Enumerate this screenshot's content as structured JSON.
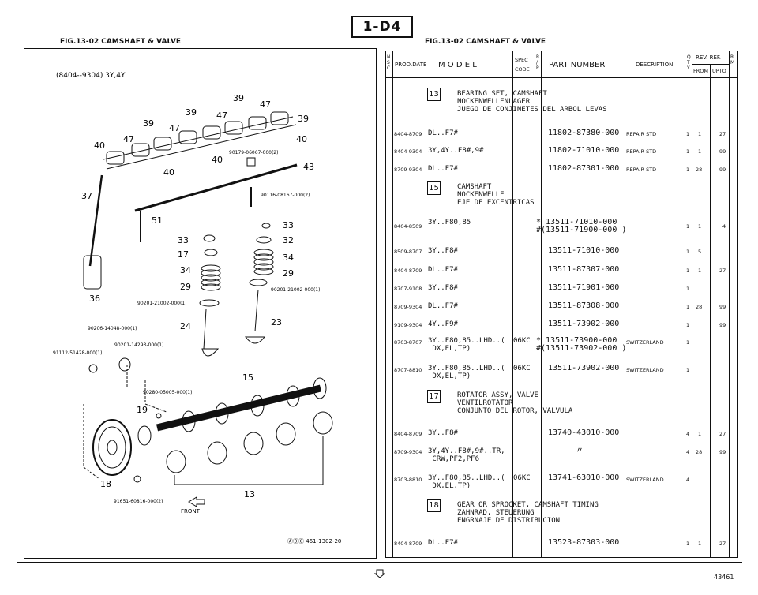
{
  "page_code": "1-D4",
  "left_title": "FIG.13-02 CAMSHAFT & VALVE",
  "right_title": "FIG.13-02 CAMSHAFT & VALVE",
  "diagram": {
    "applicability": "(8404--9304) 3Y,4Y",
    "callouts": {
      "c39a": "39",
      "c47a": "47",
      "c39b": "39",
      "c39c": "39",
      "c47b": "47",
      "c47c": "47",
      "c39d": "39",
      "c40a": "40",
      "c47d": "47",
      "c40b": "40",
      "c40c": "40",
      "c40d": "40",
      "c43": "43",
      "c37": "37",
      "c51": "51",
      "c33a": "33",
      "c33b": "33",
      "c32": "32",
      "c17": "17",
      "c34a": "34",
      "c34b": "34",
      "c29a": "29",
      "c29b": "29",
      "c36": "36",
      "c24": "24",
      "c23": "23",
      "c15": "15",
      "c19": "19",
      "c18": "18",
      "c13": "13"
    },
    "part_refs": {
      "p1": "90179-06067-000(2)",
      "p2": "90116-08167-000(2)",
      "p3": "90201-21002-000(1)",
      "p4": "90201-21002-000(1)",
      "p5": "90206-14048-000(1)",
      "p6": "90201-14293-000(1)",
      "p7": "91112-51428-000(1)",
      "p8": "90280-05005-000(1)",
      "p9": "91651-60816-000(2)"
    },
    "front_label": "FRONT",
    "ref_code": "ⒶⒷⒸ 461-1302-20"
  },
  "table_header": {
    "nsc": "N\nS\nC",
    "prod_date": "PROD.DATE",
    "model": "M O D E L",
    "spec_code": "SPEC\nCODE",
    "rp": "R\n/\nP",
    "part_number": "PART NUMBER",
    "description": "DESCRIPTION",
    "qty": "Q\nT\nY",
    "rev_ref": "REV. REF.",
    "from": "FROM",
    "upto": "UPTO",
    "rm": "R\nM"
  },
  "groups": [
    {
      "ref": "13",
      "names": "BEARING SET, CAMSHAFT\nNOCKENWELLENLAGER\nJUEGO DE CONJINETES DEL ARBOL LEVAS"
    },
    {
      "ref": "15",
      "names": "CAMSHAFT\nNOCKENWELLE\nEJE DE EXCENTRICAS"
    },
    {
      "ref": "17",
      "names": "ROTATOR ASSY, VALVE\nVENTILROTATOR\nCONJUNTO DEL ROTOR, VALVULA"
    },
    {
      "ref": "18",
      "names": "GEAR OR SPROCKET, CAMSHAFT TIMING\nZAHNRAD, STEUERUNG\nENGRNAJE DE DISTRIBUCION"
    }
  ],
  "rows": [
    {
      "date": "8404-8709",
      "model": "DL..F7#",
      "spec": "",
      "pn": "11802-87380-000",
      "desc": "REPAIR STD",
      "qty": "1",
      "from": "1",
      "upto": "27"
    },
    {
      "date": "8404-9304",
      "model": "3Y,4Y..F8#,9#",
      "spec": "",
      "pn": "11802-71010-000",
      "desc": "REPAIR STD",
      "qty": "1",
      "from": "1",
      "upto": "99"
    },
    {
      "date": "8709-9304",
      "model": "DL..F7#",
      "spec": "",
      "pn": "11802-87301-000",
      "desc": "REPAIR STD",
      "qty": "1",
      "from": "28",
      "upto": "99"
    },
    {
      "date": "8404-8509",
      "model": "3Y..F80,85",
      "spec": "",
      "pn": "* 13511-71010-000\n#(13511-71900-000 )",
      "desc": "",
      "qty": "1",
      "from": "1",
      "upto": "4"
    },
    {
      "date": "8509-8707",
      "model": "3Y..F8#",
      "spec": "",
      "pn": "13511-71010-000",
      "desc": "",
      "qty": "1",
      "from": "5",
      "upto": ""
    },
    {
      "date": "8404-8709",
      "model": "DL..F7#",
      "spec": "",
      "pn": "13511-87307-000",
      "desc": "",
      "qty": "1",
      "from": "1",
      "upto": "27"
    },
    {
      "date": "8707-9108",
      "model": "3Y..F8#",
      "spec": "",
      "pn": "13511-71901-000",
      "desc": "",
      "qty": "1",
      "from": "",
      "upto": ""
    },
    {
      "date": "8709-9304",
      "model": "DL..F7#",
      "spec": "",
      "pn": "13511-87308-000",
      "desc": "",
      "qty": "1",
      "from": "28",
      "upto": "99"
    },
    {
      "date": "9109-9304",
      "model": "4Y..F9#",
      "spec": "",
      "pn": "13511-73902-000",
      "desc": "",
      "qty": "1",
      "from": "",
      "upto": "99"
    },
    {
      "date": "8703-8707",
      "model": "3Y..F80,85..LHD..(\n DX,EL,TP)",
      "spec": "06KC",
      "pn": "* 13511-73900-000\n#(13511-73902-000 )",
      "desc": "SWITZERLAND",
      "qty": "1",
      "from": "",
      "upto": ""
    },
    {
      "date": "8707-8810",
      "model": "3Y..F80,85..LHD..(\n DX,EL,TP)",
      "spec": "06KC",
      "pn": "13511-73902-000",
      "desc": "SWITZERLAND",
      "qty": "1",
      "from": "",
      "upto": ""
    },
    {
      "date": "8404-8709",
      "model": "3Y..F8#",
      "spec": "",
      "pn": "13740-43010-000",
      "desc": "",
      "qty": "4",
      "from": "1",
      "upto": "27"
    },
    {
      "date": "8709-9304",
      "model": "3Y,4Y..F8#,9#..TR,\n CRW,PF2,PF6",
      "spec": "",
      "pn": "〃",
      "desc": "",
      "qty": "4",
      "from": "28",
      "upto": "99"
    },
    {
      "date": "8703-8810",
      "model": "3Y..F80,85..LHD..(\n DX,EL,TP)",
      "spec": "06KC",
      "pn": "13741-63010-000",
      "desc": "SWITZERLAND",
      "qty": "4",
      "from": "",
      "upto": ""
    },
    {
      "date": "8404-8709",
      "model": "DL..F7#",
      "spec": "",
      "pn": "13523-87303-000",
      "desc": "",
      "qty": "1",
      "from": "1",
      "upto": "27"
    }
  ],
  "footer": {
    "page_number": "43461"
  }
}
